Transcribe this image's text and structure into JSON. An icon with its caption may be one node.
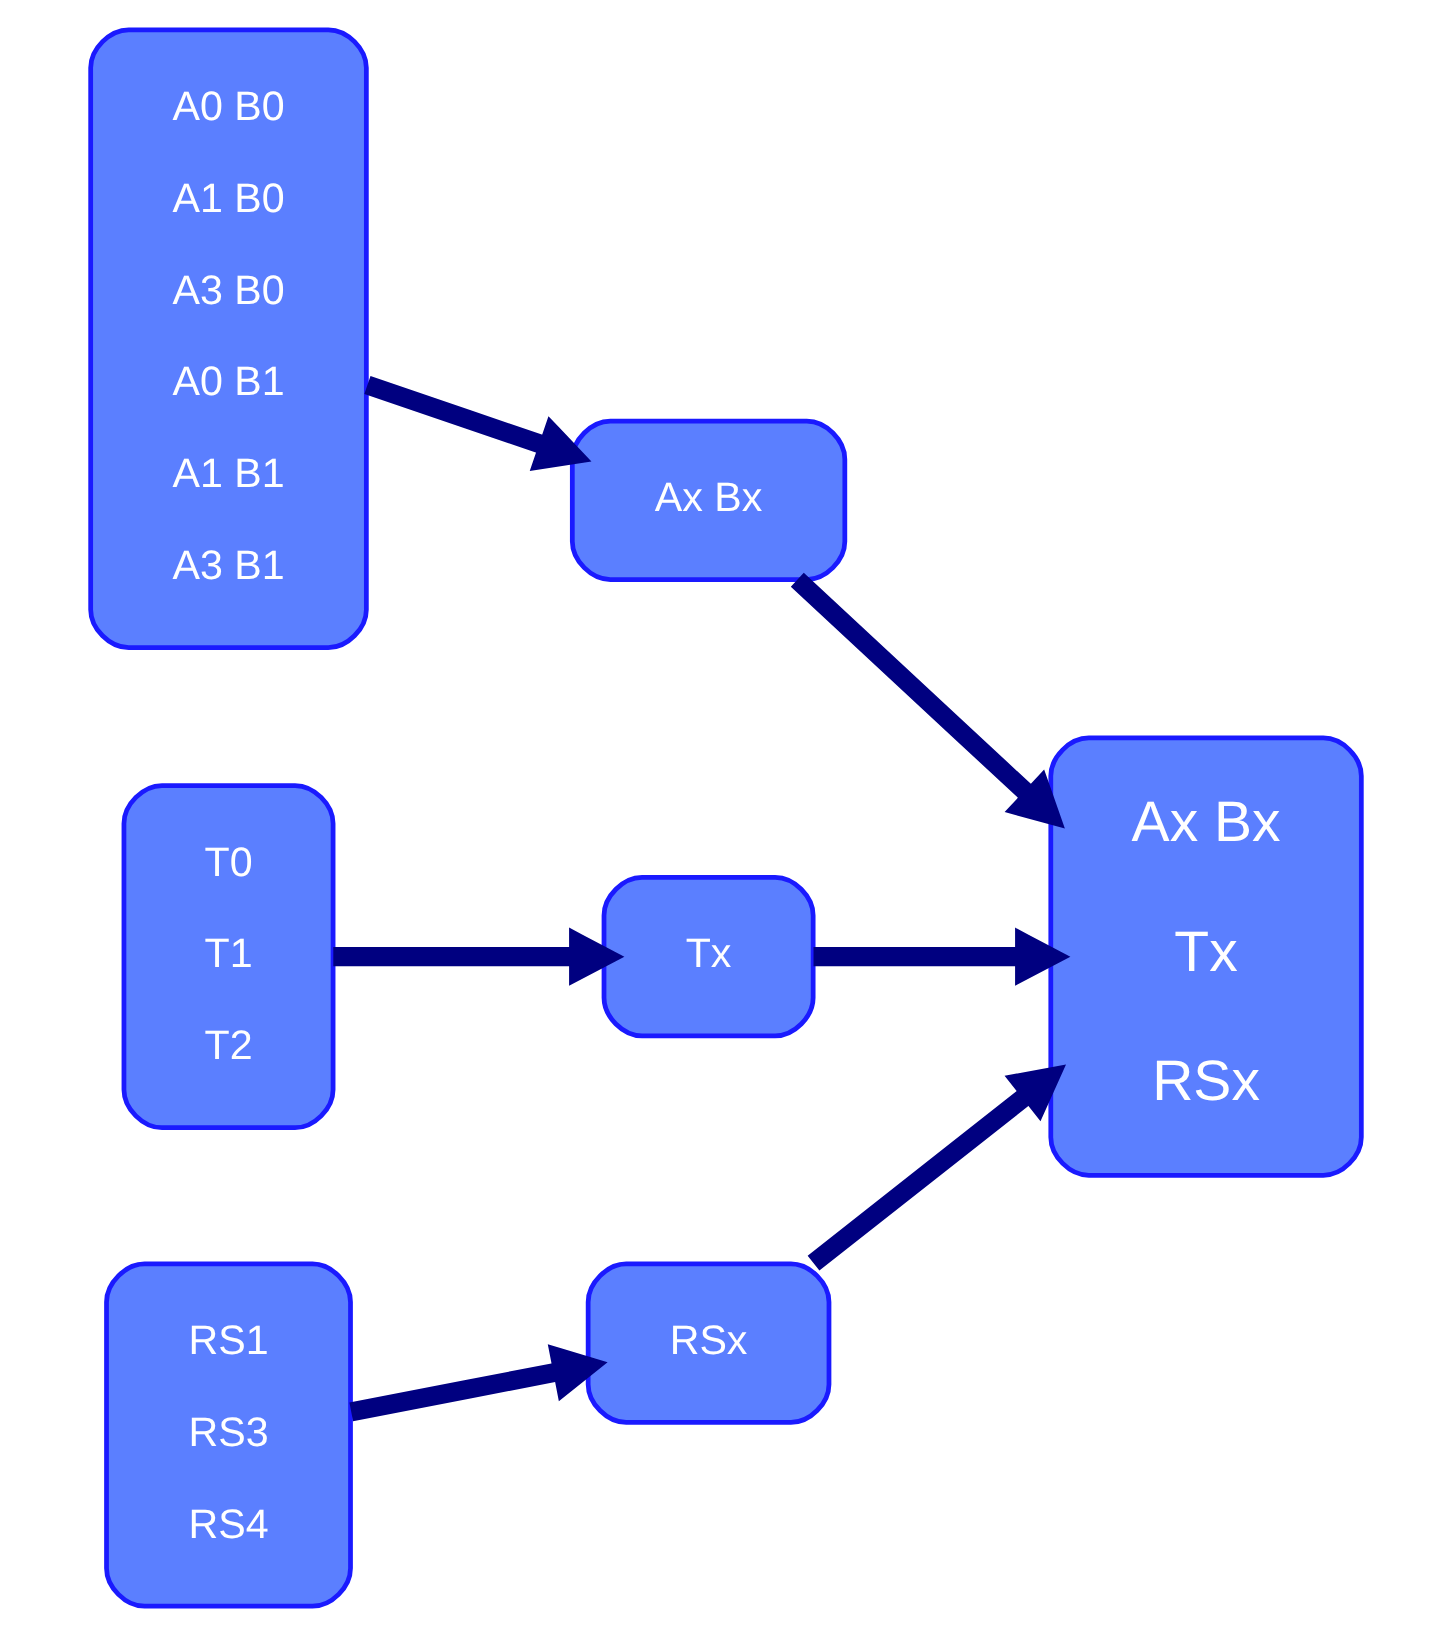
{
  "diagram": {
    "nodes": [
      {
        "text": [
          "A0 B0",
          "A1 B0",
          "A3 B0",
          "A0 B1",
          "A1 B1",
          "A3 B1"
        ]
      },
      {
        "text": [
          "Ax Bx"
        ]
      },
      {
        "text": [
          "T0",
          "T1",
          "T2"
        ]
      },
      {
        "text": [
          "Tx"
        ]
      },
      {
        "text": [
          "RS1",
          "RS3",
          "RS4"
        ]
      },
      {
        "text": [
          "RSx"
        ]
      },
      {
        "text": [
          "Ax Bx",
          "Tx",
          "RSx"
        ]
      }
    ],
    "edges": [
      {
        "from": 0,
        "to": 1,
        "arrow": "to"
      },
      {
        "from": 1,
        "to": 6,
        "arrow": "to"
      },
      {
        "from": 2,
        "to": 3,
        "arrow": "to"
      },
      {
        "from": 3,
        "to": 6,
        "arrow": "to"
      },
      {
        "from": 4,
        "to": 5,
        "arrow": "to"
      },
      {
        "from": 5,
        "to": 6,
        "arrow": "to"
      }
    ]
  }
}
